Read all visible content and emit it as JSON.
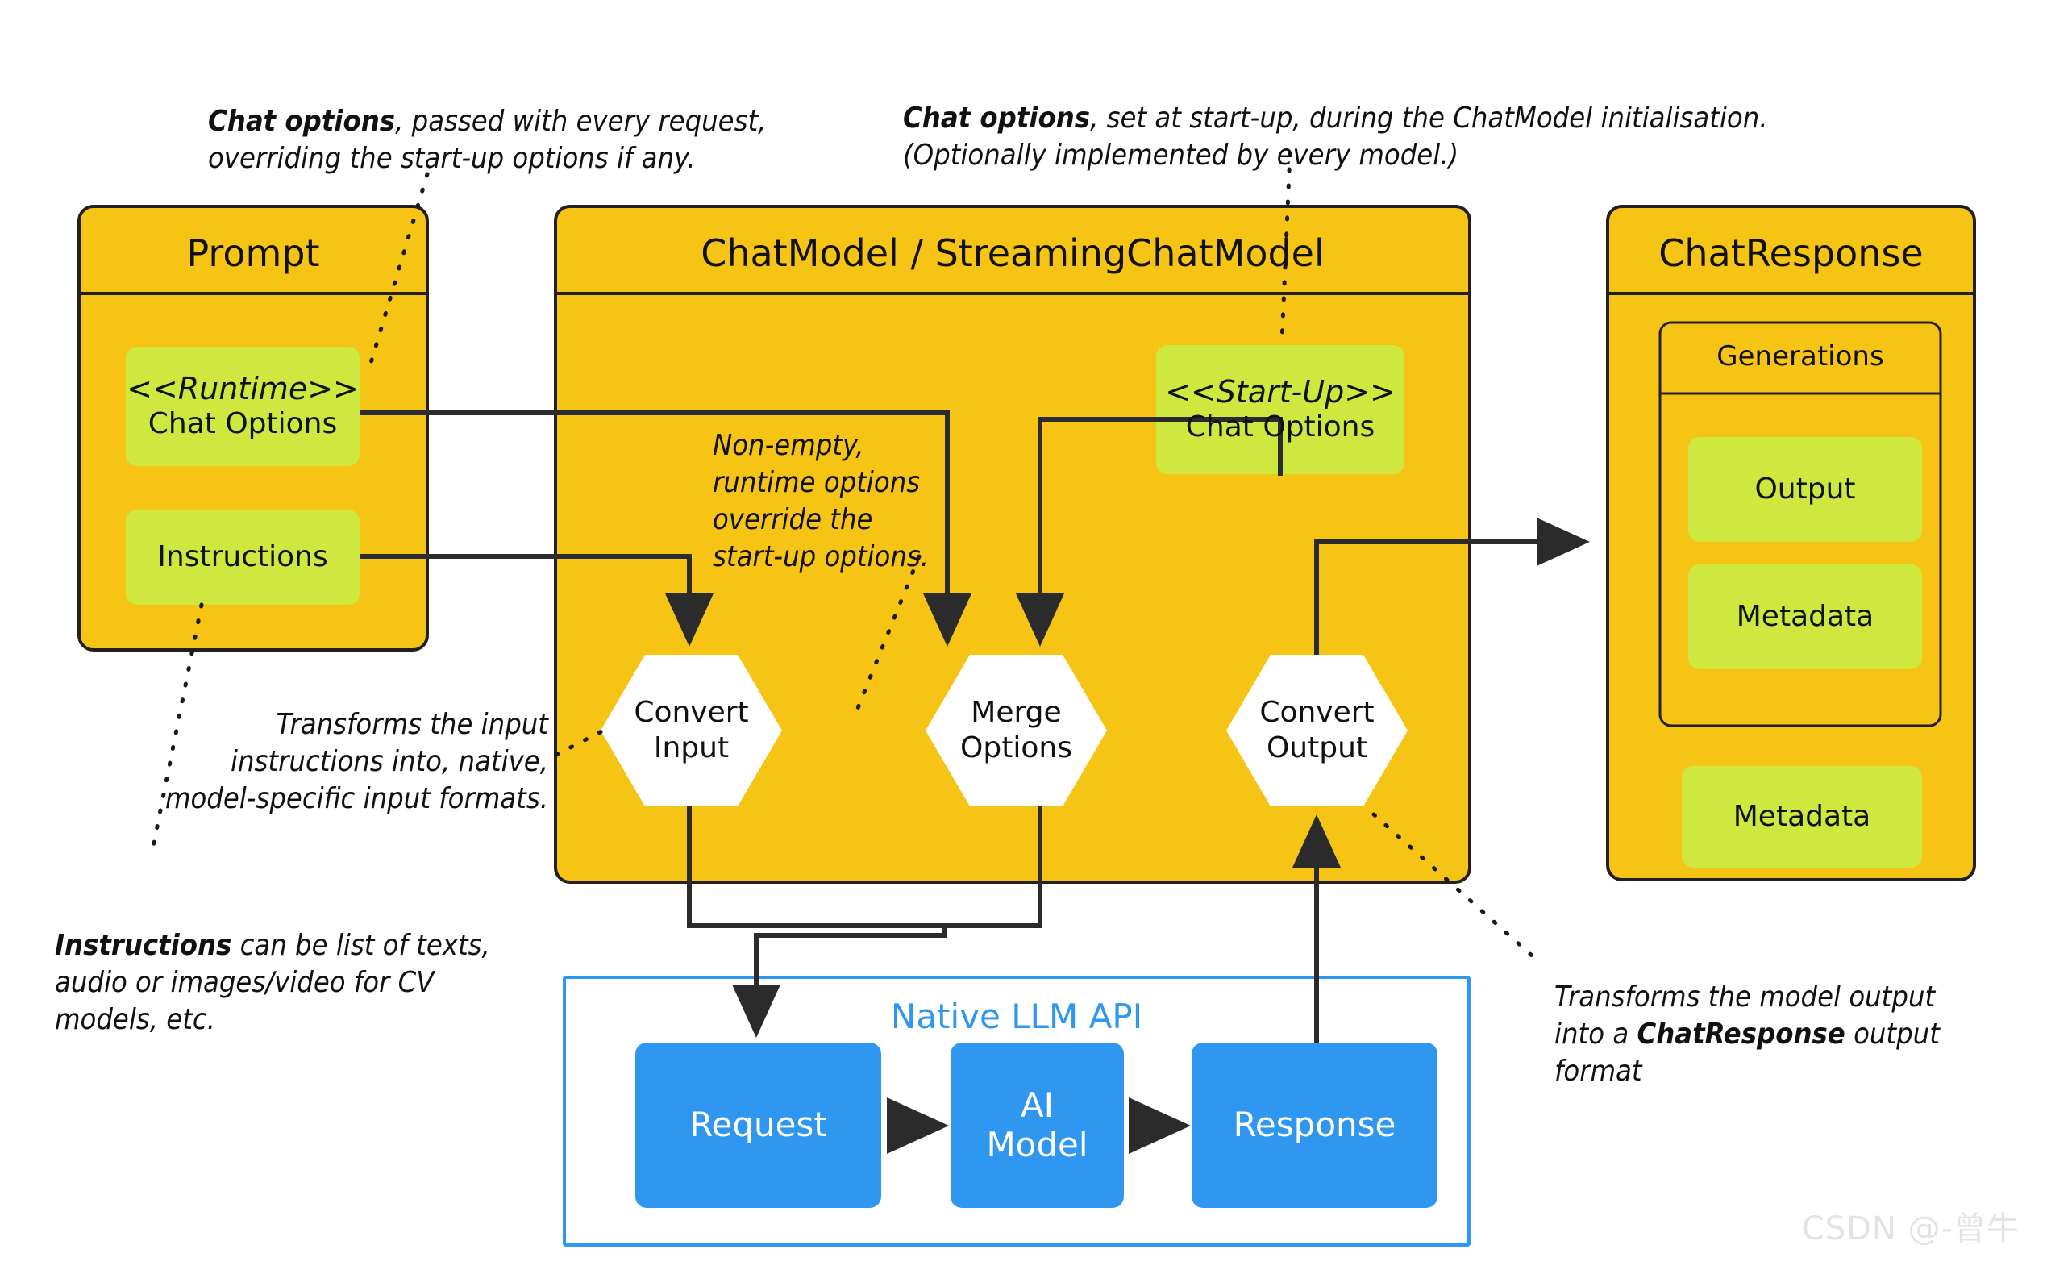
{
  "colors": {
    "yellow": "#F6C414",
    "green": "#CFE840",
    "blue": "#2F97EF",
    "stroke": "#231F20",
    "white": "#FFFFFF",
    "watermark": "#E3E3E3"
  },
  "annotations": {
    "runtime_note": {
      "bold": "Chat options",
      "rest": ", passed with every  request,\noverriding the start-up options if any."
    },
    "startup_note": {
      "bold": "Chat options",
      "rest": ", set at start-up, during  the ChatModel initialisation.\n(Optionally implemented by every model.)"
    },
    "merge_note": "Non-empty,\nruntime options\noverride the\nstart-up options.",
    "convert_input_note": "Transforms the input\ninstructions into, native,\nmodel-specific input formats.",
    "instructions_note": {
      "bold": "Instructions",
      "rest": " can be list of texts,\naudio or images/video for CV\nmodels, etc."
    },
    "convert_output_note": {
      "pre": "Transforms the model output\ninto  a ",
      "bold": "ChatResponse",
      "post": " output\nformat"
    }
  },
  "prompt": {
    "title": "Prompt",
    "chips": [
      {
        "stereotype": "<<Runtime>>",
        "label": "Chat Options"
      },
      {
        "stereotype": "",
        "label": "Instructions"
      }
    ]
  },
  "chatmodel": {
    "title": "ChatModel / StreamingChatModel",
    "startup_chip": {
      "stereotype": "<<Start-Up>>",
      "label": "Chat Options"
    },
    "hexagons": [
      {
        "label": "Convert\nInput"
      },
      {
        "label": "Merge\nOptions"
      },
      {
        "label": "Convert\nOutput"
      }
    ]
  },
  "chatresponse": {
    "title": "ChatResponse",
    "generations": {
      "title": "Generations",
      "chips": [
        "Output",
        "Metadata"
      ]
    },
    "metadata_chip": "Metadata"
  },
  "native_api": {
    "title": "Native LLM API",
    "nodes": [
      "Request",
      "AI\nModel",
      "Response"
    ]
  },
  "watermark": "CSDN @-曾牛"
}
